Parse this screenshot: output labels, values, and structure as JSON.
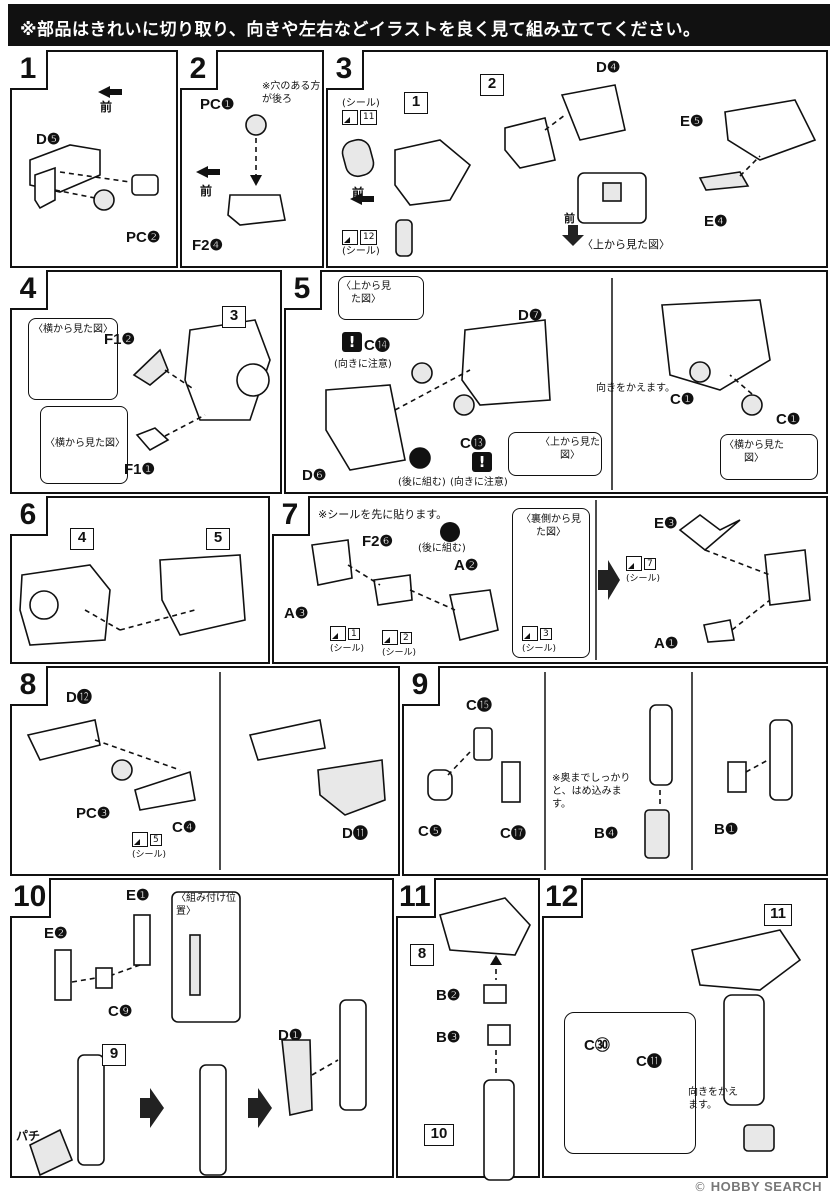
{
  "header": {
    "instruction": "※部品はきれいに切り取り、向きや左右などイラストを良く見て組み立ててください。"
  },
  "steps": [
    {
      "num": "1",
      "labels": {
        "front": "前",
        "d": "D❺",
        "pc": "PC❷"
      }
    },
    {
      "num": "2",
      "labels": {
        "pc": "PC❶",
        "note": "※穴のある方が後ろ",
        "front": "前",
        "f": "F2❹"
      }
    },
    {
      "num": "3",
      "labels": {
        "ref1": "1",
        "ref2": "2",
        "sticker_a": "(シール)",
        "sticker_a_num": "11",
        "sticker_b_num": "12",
        "sticker_b": "(シール)",
        "front": "前",
        "d": "D❹",
        "top_view": "〈上から見た図〉",
        "front2": "前",
        "e5": "E❺",
        "e4": "E❹"
      }
    },
    {
      "num": "4",
      "labels": {
        "ref": "3",
        "side_view": "〈横から見た図〉",
        "f12": "F1❷",
        "f11": "F1❶",
        "side_view2": "〈横から見た図〉"
      }
    },
    {
      "num": "5",
      "labels": {
        "top_view": "〈上から見た図〉",
        "c14": "C⓮",
        "caution1": "(向きに注意)",
        "d7": "D❼",
        "c13": "C⓭",
        "caution2": "(向きに注意)",
        "later": "(後に組む)",
        "d6": "D❻",
        "top_view2": "〈上から見た図〉",
        "turn": "向きをかえます。",
        "c1a": "C❶",
        "c1b": "C❶",
        "side_view": "〈横から見た図〉"
      }
    },
    {
      "num": "6",
      "labels": {
        "ref4": "4",
        "ref5": "5"
      }
    },
    {
      "num": "7",
      "labels": {
        "note": "※シールを先に貼ります。",
        "f26": "F2❻",
        "later": "(後に組む)",
        "a2": "A❷",
        "a3": "A❸",
        "back_view": "〈裏側から見た図〉",
        "sticker1": "1",
        "sticker2": "2",
        "sticker3": "3",
        "sticker_label": "(シール)",
        "e3": "E❸",
        "sticker7": "7",
        "a1": "A❶"
      }
    },
    {
      "num": "8",
      "labels": {
        "d12": "D⓬",
        "pc3": "PC❸",
        "c4": "C❹",
        "sticker5": "5",
        "sticker_label": "(シール)",
        "d11": "D⓫"
      }
    },
    {
      "num": "9",
      "labels": {
        "c15": "C⓯",
        "c5": "C❺",
        "c17": "C⓱",
        "note": "※奥までしっかりと、はめ込みます。",
        "b4": "B❹",
        "b1": "B❶"
      }
    },
    {
      "num": "10",
      "labels": {
        "e1": "E❶",
        "e2": "E❷",
        "c9": "C❾",
        "position": "〈組み付け位置〉",
        "ref9": "9",
        "d1": "D❶",
        "snap": "パチ"
      }
    },
    {
      "num": "11",
      "labels": {
        "ref8": "8",
        "b2": "B❷",
        "b3": "B❸",
        "ref10": "10"
      }
    },
    {
      "num": "12",
      "labels": {
        "ref11": "11",
        "c30": "C㉚",
        "c11": "C⓫",
        "turn": "向きをかえます。"
      }
    }
  ],
  "footer": {
    "brand": "HOBBY SEARCH",
    "copyright": "©"
  }
}
